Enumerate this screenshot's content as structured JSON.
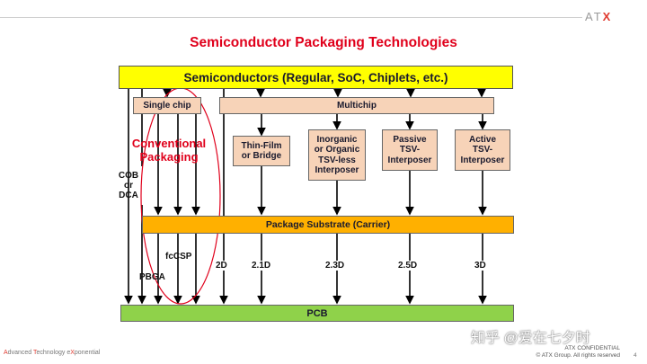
{
  "header": {
    "logo_text": "ATX",
    "logo_prefix": "AT",
    "logo_x": "X"
  },
  "title": "Semiconductor Packaging Technologies",
  "boxes": {
    "semiconductors": "Semiconductors (Regular, SoC, Chiplets, etc.)",
    "single_chip": "Single chip",
    "multichip": "Multichip",
    "conventional_line1": "Conventional",
    "conventional_line2": "Packaging",
    "thin_film": [
      "Thin-Film",
      "or Bridge"
    ],
    "inorganic": [
      "Inorganic",
      "or Organic",
      "TSV-less",
      "Interposer"
    ],
    "passive": [
      "Passive",
      "TSV-",
      "Interposer"
    ],
    "active": [
      "Active",
      "TSV-",
      "Interposer"
    ],
    "substrate": "Package Substrate (Carrier)",
    "pcb": "PCB"
  },
  "labels": {
    "cob": [
      "COB",
      "or",
      "DCA"
    ],
    "fccsp": "fcCSP",
    "pbga": "PBGA",
    "d2": "2D",
    "d21": "2.1D",
    "d23": "2.3D",
    "d25": "2.5D",
    "d3": "3D"
  },
  "colors": {
    "title": "#e0001b",
    "semiconductors_fill": "#ffff00",
    "peach_fill": "#f7d3b8",
    "substrate_fill": "#ffb000",
    "pcb_fill": "#8fd24a",
    "ellipse": "#e0001b"
  },
  "footer": {
    "tagline_a": "A",
    "tagline_1": "dvanced ",
    "tagline_t": "T",
    "tagline_2": "echnology e",
    "tagline_x": "X",
    "tagline_3": "ponential",
    "confidential": "ATX CONFIDENTIAL",
    "copyright": "© ATX Group. All rights reserved",
    "page": "4",
    "watermark": "知乎 @爱在七夕时"
  }
}
